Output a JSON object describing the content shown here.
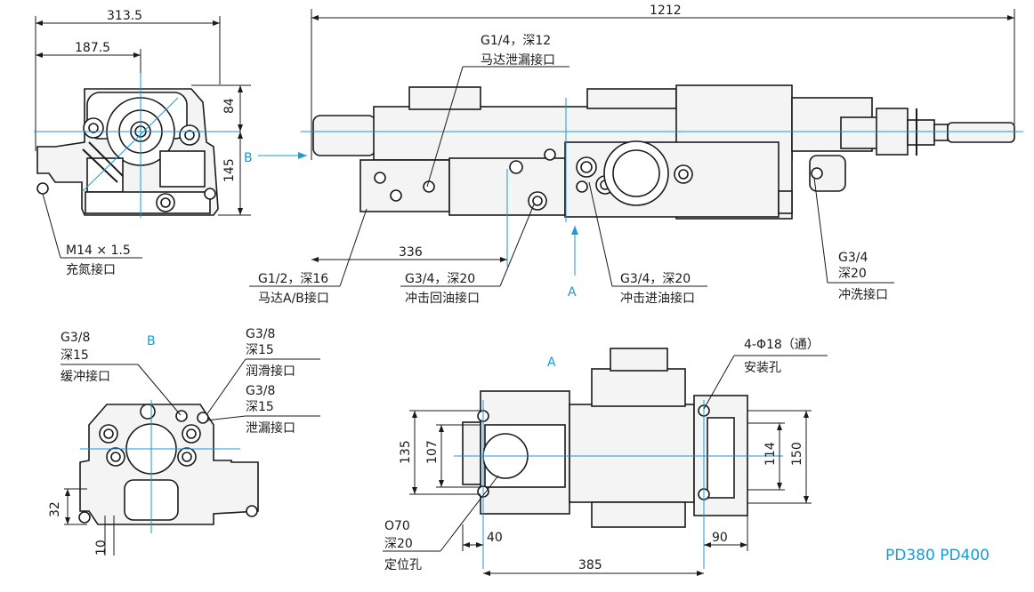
{
  "dimensions": {
    "top_width": "313.5",
    "top_inner": "187.5",
    "height_84": "84",
    "height_145": "145",
    "total_length": "1212",
    "length_336": "336",
    "dim_135": "135",
    "dim_107": "107",
    "dim_114": "114",
    "dim_150": "150",
    "dim_40": "40",
    "dim_90": "90",
    "dim_385": "385",
    "dim_32": "32",
    "dim_10": "10"
  },
  "labels": {
    "view_b_arrow": "B",
    "view_b_title": "B",
    "view_a_arrow": "A",
    "view_a_title": "A",
    "m14_line1": "M14 × 1.5",
    "m14_line2": "充氮接口",
    "g14_line1": "G1/4，深12",
    "g14_line2": "马达泄漏接口",
    "g12_line1": "G1/2，深16",
    "g12_line2": "马达A/B接口",
    "g34r_line1": "G3/4，深20",
    "g34r_line2": "冲击回油接口",
    "g34i_line1": "G3/4，深20",
    "g34i_line2": "冲击进油接口",
    "g34f_line1": "G3/4",
    "g34f_line2": "深20",
    "g34f_line3": "冲洗接口",
    "buffer_line1": "G3/8",
    "buffer_line2": "深15",
    "buffer_line3": "缓冲接口",
    "lube_line1": "G3/8",
    "lube_line2": "深15",
    "lube_line3": "润滑接口",
    "leak_line1": "G3/8",
    "leak_line2": "深15",
    "leak_line3": "泄漏接口",
    "holes_line1": "4-Φ18（通）",
    "holes_line2": "安装孔",
    "o70_line1": "O70",
    "o70_line2": "深20",
    "o70_line3": "定位孔"
  },
  "model_label": "PD380   PD400",
  "colors": {
    "line": "#1a1a1a",
    "centerline": "#1a9ad6",
    "model_text": "#1a9ad6"
  }
}
